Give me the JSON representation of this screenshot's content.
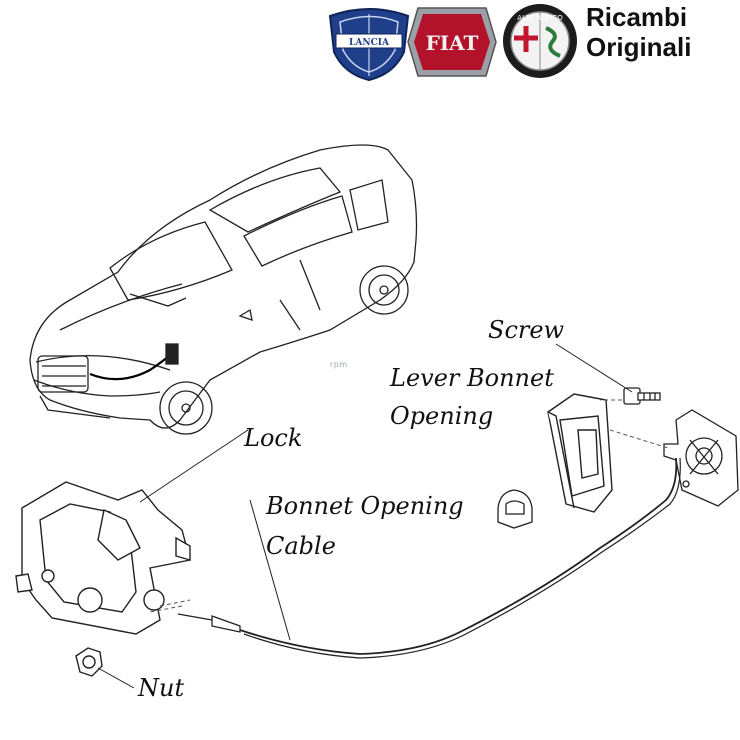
{
  "brand": {
    "line1": "Ricambi",
    "line2": "Originali",
    "logos": [
      {
        "name": "lancia-logo",
        "text": "LANCIA",
        "color": "#1f3f8a"
      },
      {
        "name": "fiat-logo",
        "text": "FIAT",
        "color": "#b3122b"
      },
      {
        "name": "alfa-romeo-logo",
        "text": "ALFA ROMEO",
        "color": "#1c1c1c"
      }
    ]
  },
  "labels": {
    "screw": "Screw",
    "lever_line1": "Lever Bonnet",
    "lever_line2": "Opening",
    "lock": "Lock",
    "cable_line1": "Bonnet Opening",
    "cable_line2": "Cable",
    "nut": "Nut"
  },
  "watermark": "rpm"
}
